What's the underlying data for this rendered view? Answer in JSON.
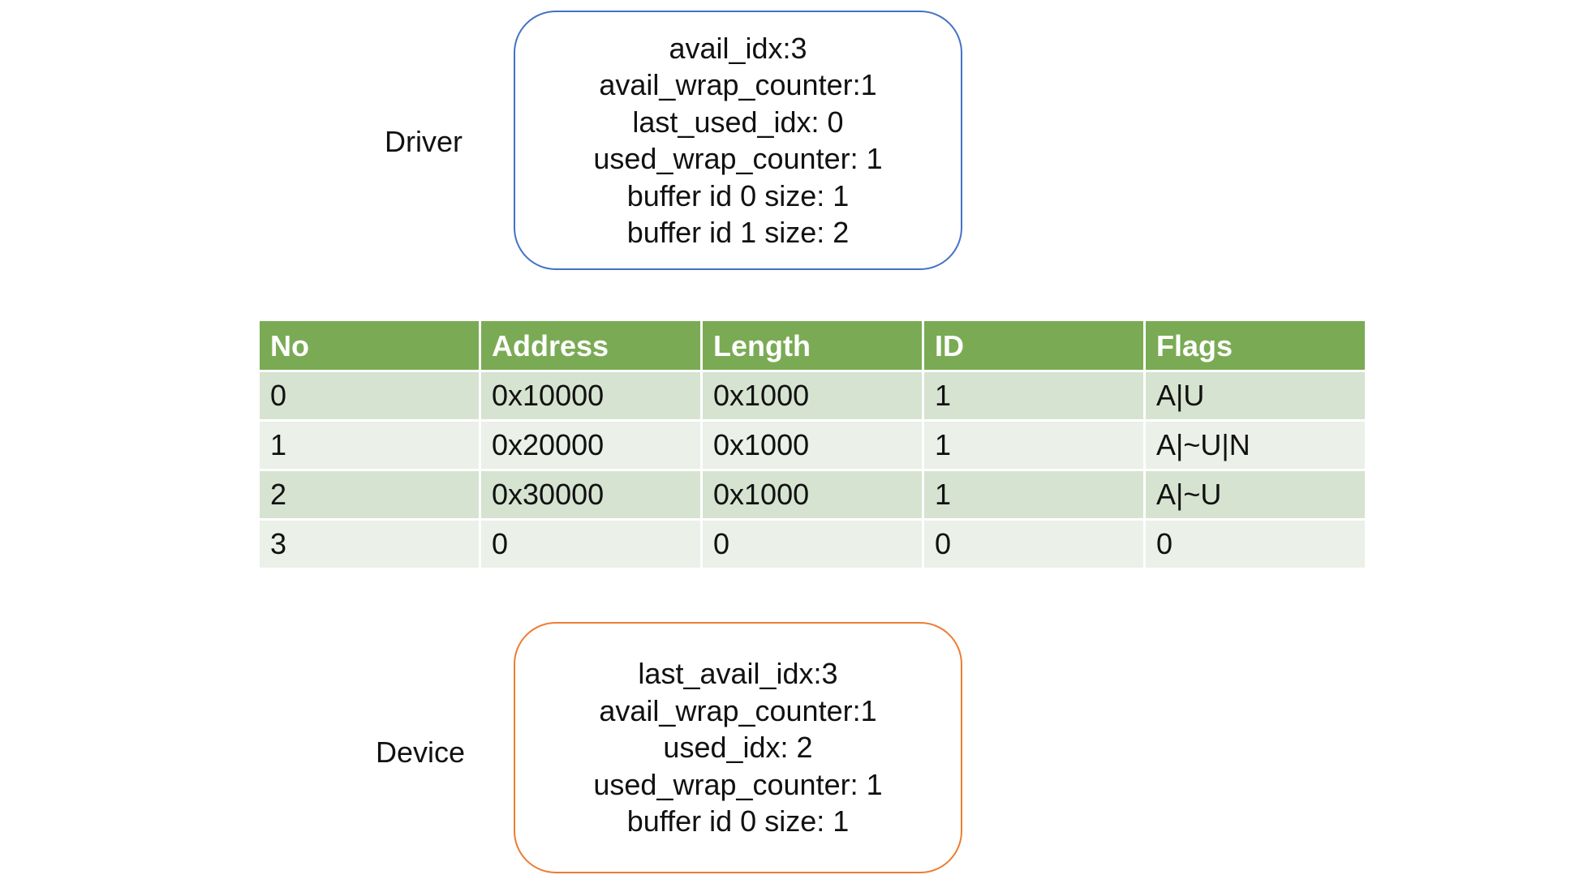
{
  "driver": {
    "label": "Driver",
    "lines": [
      "avail_idx:3",
      "avail_wrap_counter:1",
      "last_used_idx: 0",
      "used_wrap_counter: 1",
      "buffer id 0 size: 1",
      "buffer id 1 size: 2"
    ],
    "border_color": "#4472c4"
  },
  "table": {
    "headers": [
      "No",
      "Address",
      "Length",
      "ID",
      "Flags"
    ],
    "rows": [
      [
        "0",
        "0x10000",
        "0x1000",
        "1",
        "A|U"
      ],
      [
        "1",
        "0x20000",
        "0x1000",
        "1",
        "A|~U|N"
      ],
      [
        "2",
        "0x30000",
        "0x1000",
        "1",
        "A|~U"
      ],
      [
        "3",
        "0",
        "0",
        "0",
        "0"
      ]
    ],
    "header_color": "#7aab54",
    "row_color_odd": "#d6e3d1",
    "row_color_even": "#ebf0e8"
  },
  "device": {
    "label": "Device",
    "lines": [
      "last_avail_idx:3",
      "avail_wrap_counter:1",
      "used_idx: 2",
      "used_wrap_counter: 1",
      "buffer id 0 size: 1"
    ],
    "border_color": "#ed7d31"
  }
}
